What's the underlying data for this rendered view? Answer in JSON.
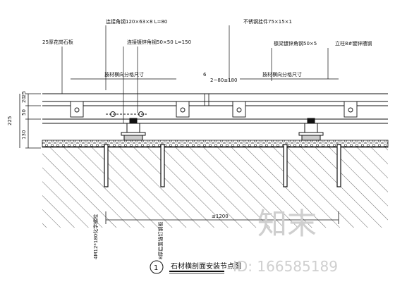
{
  "labels": {
    "granite": "25厚花岗石板",
    "angle_120": "连接角钢120×63×8 L=80",
    "angle_50": "连接镀锌角钢50×50 L=150",
    "steel_plate": "不锈钢挂件75×15×1",
    "joist_angle": "檩梁镀锌角钢50×5",
    "channel": "立柱8#镀锌槽钢",
    "spacing_left": "按材横向分格尺寸",
    "spacing_right": "按材横向分格尺寸",
    "gap_dim": "6",
    "range_dim": "2~80≤180",
    "dim_total": "225",
    "dim_a": "50",
    "dim_b": "20",
    "dim_c": "25",
    "dim_d": "130",
    "bolt_label": "4M12*180化学螺栓",
    "anchor_label": "8厚后置锚钉钢板",
    "span_dim": "≤1200"
  },
  "title": {
    "number": "1",
    "text": "石材横剖面安装节点图"
  },
  "watermark": {
    "brand": "知末",
    "id": "ID: 166585189"
  }
}
